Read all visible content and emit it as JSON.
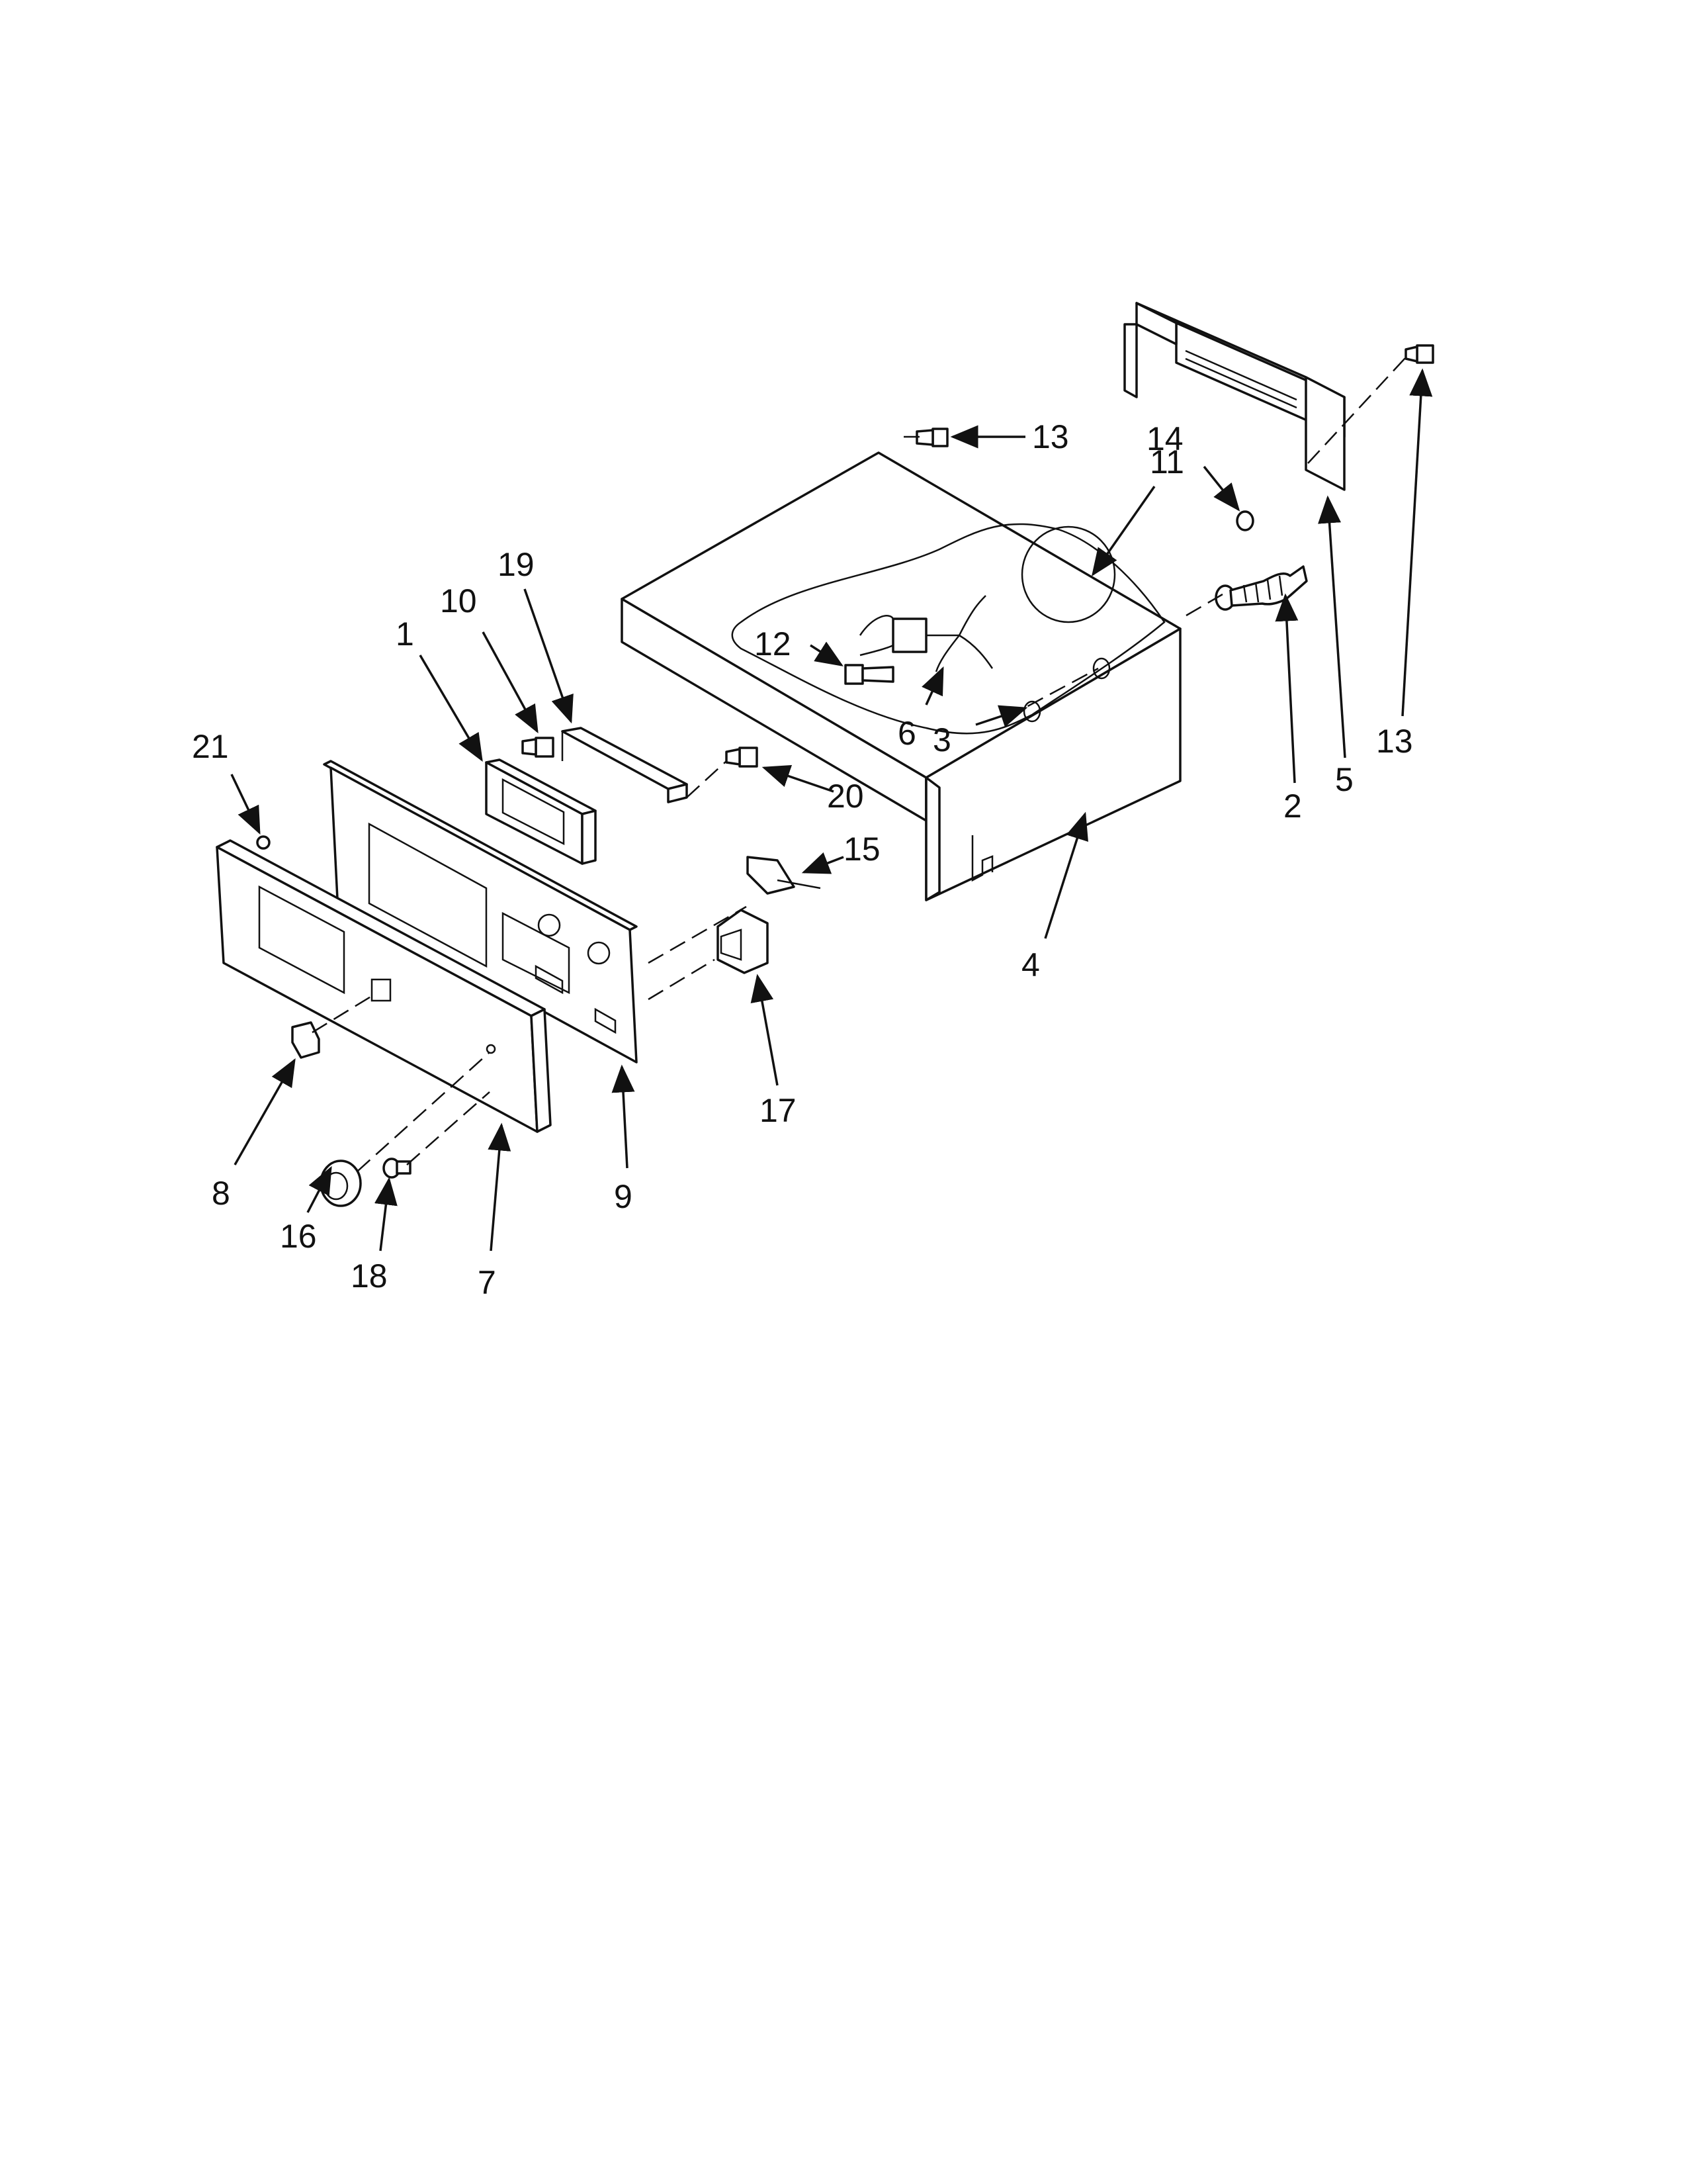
{
  "callouts": [
    "1",
    "2",
    "3",
    "4",
    "5",
    "6",
    "7",
    "8",
    "9",
    "10",
    "11",
    "12",
    "13",
    "13",
    "14",
    "15",
    "16",
    "17",
    "18",
    "19",
    "20",
    "21"
  ],
  "colors": {
    "line": "#111111",
    "paper": "#ffffff"
  }
}
